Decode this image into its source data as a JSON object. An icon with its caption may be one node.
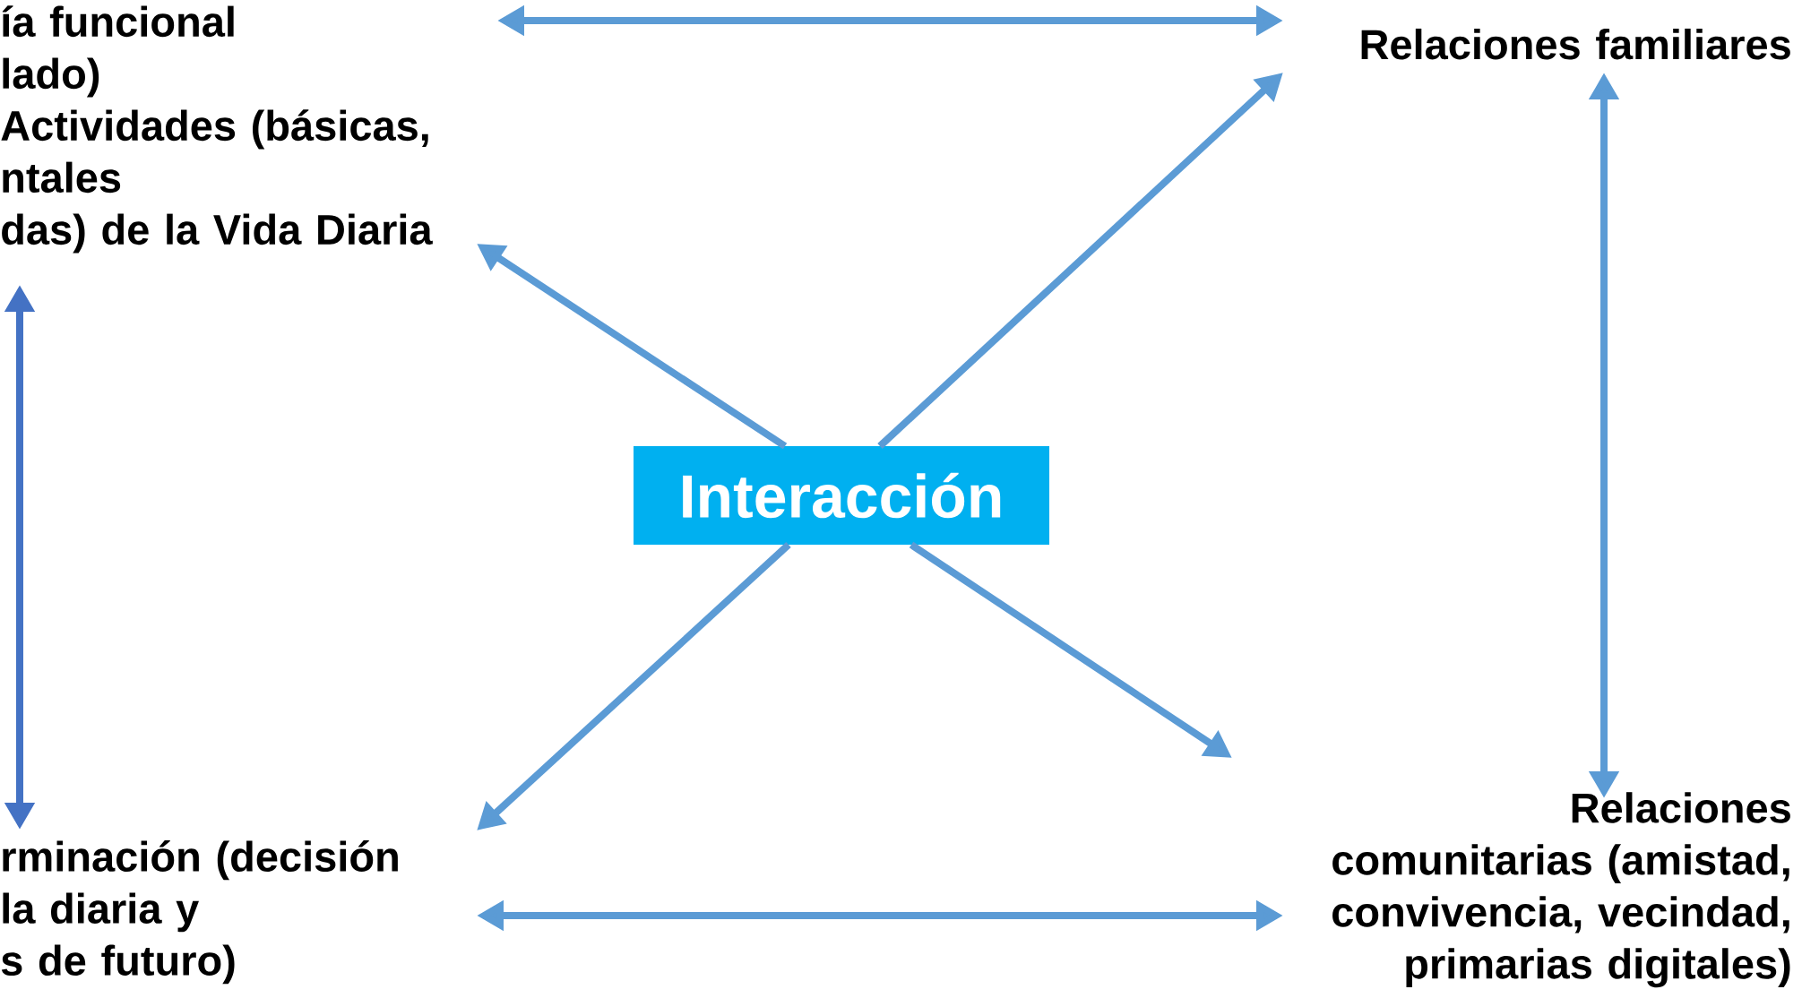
{
  "diagram": {
    "nodes": [
      {
        "text": [
          "ía funcional",
          "lado)",
          "Actividades (básicas,",
          "ntales",
          "das) de la Vida Diaria"
        ]
      },
      {
        "text": [
          "Relaciones familiares"
        ]
      },
      {
        "text": [
          "Interacción"
        ]
      },
      {
        "text": [
          "rminación (decisión",
          "la diaria y",
          "s de futuro)"
        ]
      },
      {
        "text": [
          "Relaciones comunitarias (amistad, convivencia, vecindad, primarias digitales)"
        ]
      }
    ],
    "edges": [
      {
        "from": 0,
        "to": 1,
        "arrow": "both"
      },
      {
        "from": 0,
        "to": 3,
        "arrow": "both",
        "color": "#4472c4"
      },
      {
        "from": 1,
        "to": 4,
        "arrow": "both"
      },
      {
        "from": 3,
        "to": 4,
        "arrow": "both"
      },
      {
        "from": 2,
        "to": 0,
        "arrow": "to"
      },
      {
        "from": 2,
        "to": 1,
        "arrow": "to"
      },
      {
        "from": 2,
        "to": 3,
        "arrow": "to"
      },
      {
        "from": 2,
        "to": 4,
        "arrow": "to"
      }
    ]
  }
}
